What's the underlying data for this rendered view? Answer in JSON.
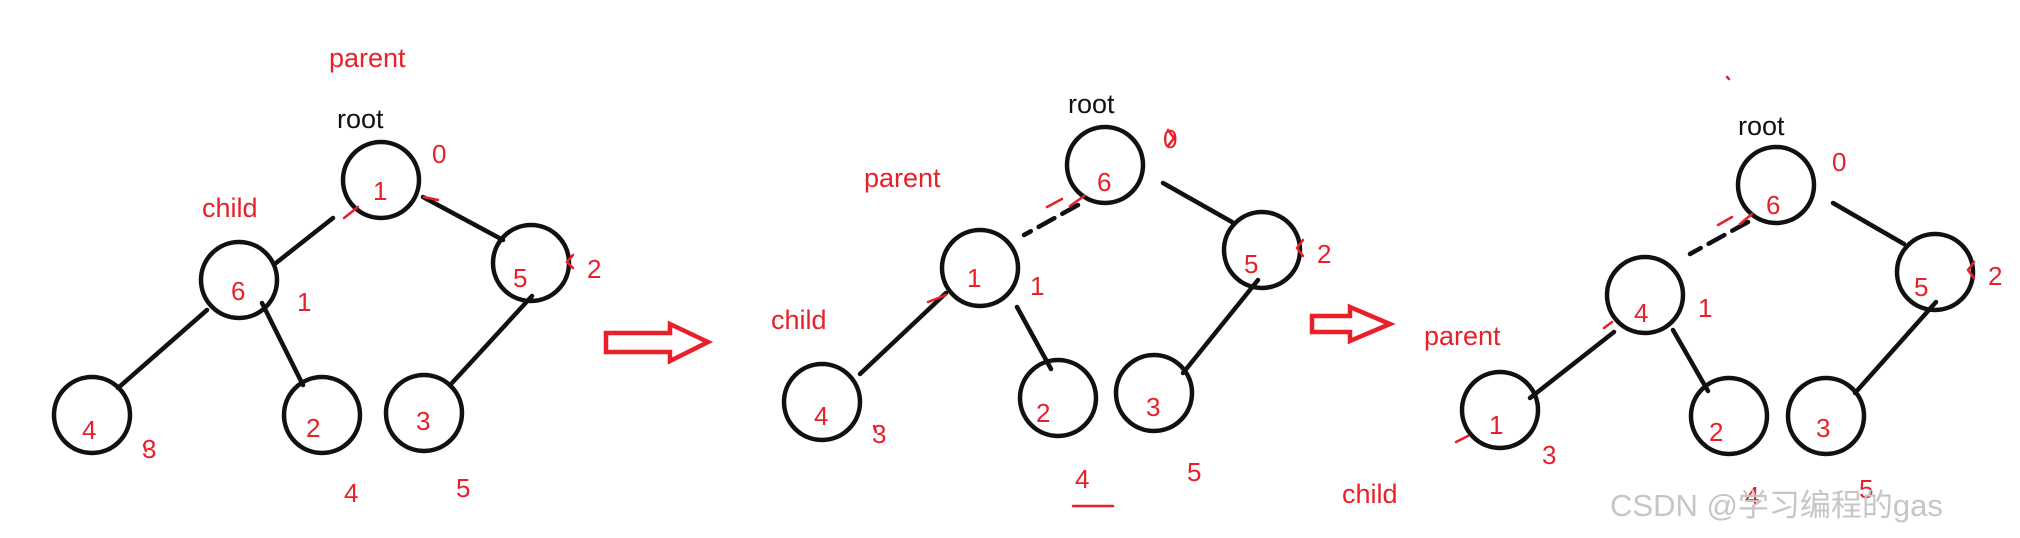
{
  "colors": {
    "ink": "#111111",
    "annotation": "#e8202a",
    "watermark": "#c6c6c6",
    "background": "#ffffff"
  },
  "stage1": {
    "labels": {
      "parent": "parent",
      "root": "root",
      "child": "child"
    },
    "nodes": [
      "1",
      "6",
      "5",
      "4",
      "2",
      "3"
    ],
    "indices": [
      "0",
      "1",
      "2",
      "3",
      "4",
      "5"
    ]
  },
  "stage2": {
    "labels": {
      "root": "root",
      "parent": "parent",
      "child": "child"
    },
    "nodes": [
      "6",
      "1",
      "5",
      "4",
      "2",
      "3"
    ],
    "indices": [
      "0",
      "1",
      "2",
      "3",
      "4",
      "5"
    ]
  },
  "stage3": {
    "labels": {
      "root": "root",
      "parent": "parent",
      "child": "child"
    },
    "nodes": [
      "6",
      "4",
      "5",
      "1",
      "2",
      "3"
    ],
    "indices": [
      "0",
      "1",
      "2",
      "3",
      "4",
      "5"
    ]
  },
  "watermark": "CSDN @学习编程的gas"
}
